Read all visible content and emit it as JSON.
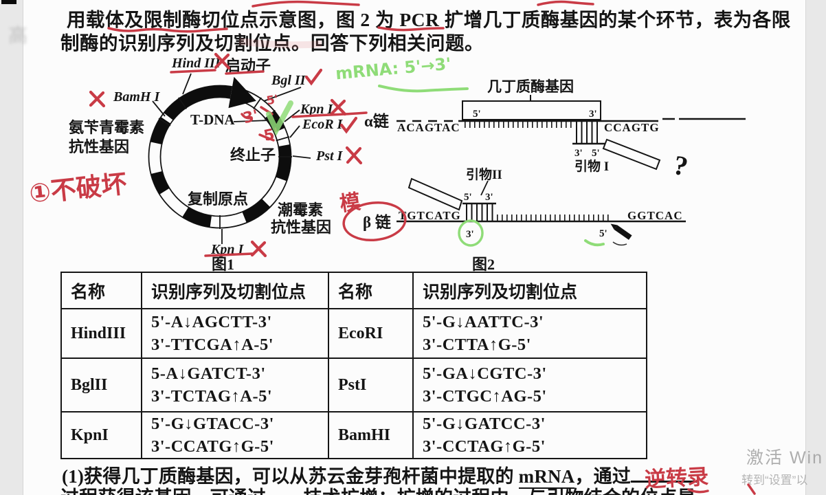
{
  "header": {
    "line1": "用载体及限制酶切位点示意图，图 2 为 PCR 扩增几丁质酶基因的某个环节，表为各限",
    "line2": "制酶的识别序列及切割位点。回答下列相关问题。"
  },
  "fig1": {
    "caption": "图1",
    "labels": {
      "hind3": "Hind III",
      "promoter": "启动子",
      "bgl2": "Bgl II",
      "bamh1": "BamH I",
      "amp_res_1": "氨苄青霉素",
      "amp_res_2": "抗性基因",
      "t_dna": "T-DNA",
      "kpn1_top": "Kpn I",
      "ecor1": "EcoR I",
      "terminator": "终止子",
      "pst1": "Pst I",
      "ori": "复制原点",
      "hyg_res_1": "潮霉素",
      "hyg_res_2": "抗性基因",
      "kpn1_bottom": "Kpn I"
    }
  },
  "fig2": {
    "caption": "图2",
    "gene_label": "几丁质酶基因",
    "alpha_label": "α链",
    "beta_label": "β 链",
    "alpha_left_seq": "ACAGTAC",
    "alpha_right_seq": "CCAGTG",
    "beta_left_seq": "TGTCATG",
    "beta_right_seq": "GGTCAC",
    "primer1_label": "引物 I",
    "primer2_label": "引物II",
    "p5": "5'",
    "p3": "3'"
  },
  "table": {
    "headers": [
      "名称",
      "识别序列及切割位点",
      "名称",
      "识别序列及切割位点"
    ],
    "rows": [
      {
        "left_name": "HindIII",
        "left_seq1": "5'-A↓AGCTT-3'",
        "left_seq2": "3'-TTCGA↑A-5'",
        "right_name": "EcoRI",
        "right_seq1": "5'-G↓AATTC-3'",
        "right_seq2": "3'-CTTA↑G-5'"
      },
      {
        "left_name": "BglII",
        "left_seq1": "5-A↓GATCT-3'",
        "left_seq2": "3'-TCTAG↑A-5'",
        "right_name": "PstI",
        "right_seq1": "5'-GA↓CGTC-3'",
        "right_seq2": "3'-CTGC↑AG-5'"
      },
      {
        "left_name": "KpnI",
        "left_seq1": "5'-G↓GTACC-3'",
        "left_seq2": "3'-CCATG↑G-5'",
        "right_name": "BamHI",
        "right_seq1": "5'-G↓GATCC-3'",
        "right_seq2": "3'-CCTAG↑G-5'"
      }
    ]
  },
  "question": {
    "q1_pre": "(1)获得几丁质酶基因，可以从苏云金芽孢杆菌中提取的 ",
    "q1_mrna": "mRNA",
    "q1_mid": "，通过",
    "q2_partial": "过程获得该基因。可通过　　技术扩增；扩增的过程中，与引物结合的位点是　　。"
  },
  "annotations": {
    "no_destroy": "①不破坏",
    "template_note": "模",
    "mrna_direction": "mRNA: 5'→3'",
    "reverse_transcription": "逆转录",
    "question_mark": "?",
    "three_prime": "3'",
    "five_prime_a": "5'",
    "five_prime_b": "5'"
  },
  "watermarks": {
    "activate_line1": "激活 Win",
    "activate_line2": "转到“设置”以",
    "corner": "高"
  },
  "colors": {
    "annotation_red": "#c93b46",
    "annotation_green": "#8fdc78",
    "paper": "#fcfcfc",
    "side_bar": "#e8e8e8",
    "ink": "#151515"
  }
}
